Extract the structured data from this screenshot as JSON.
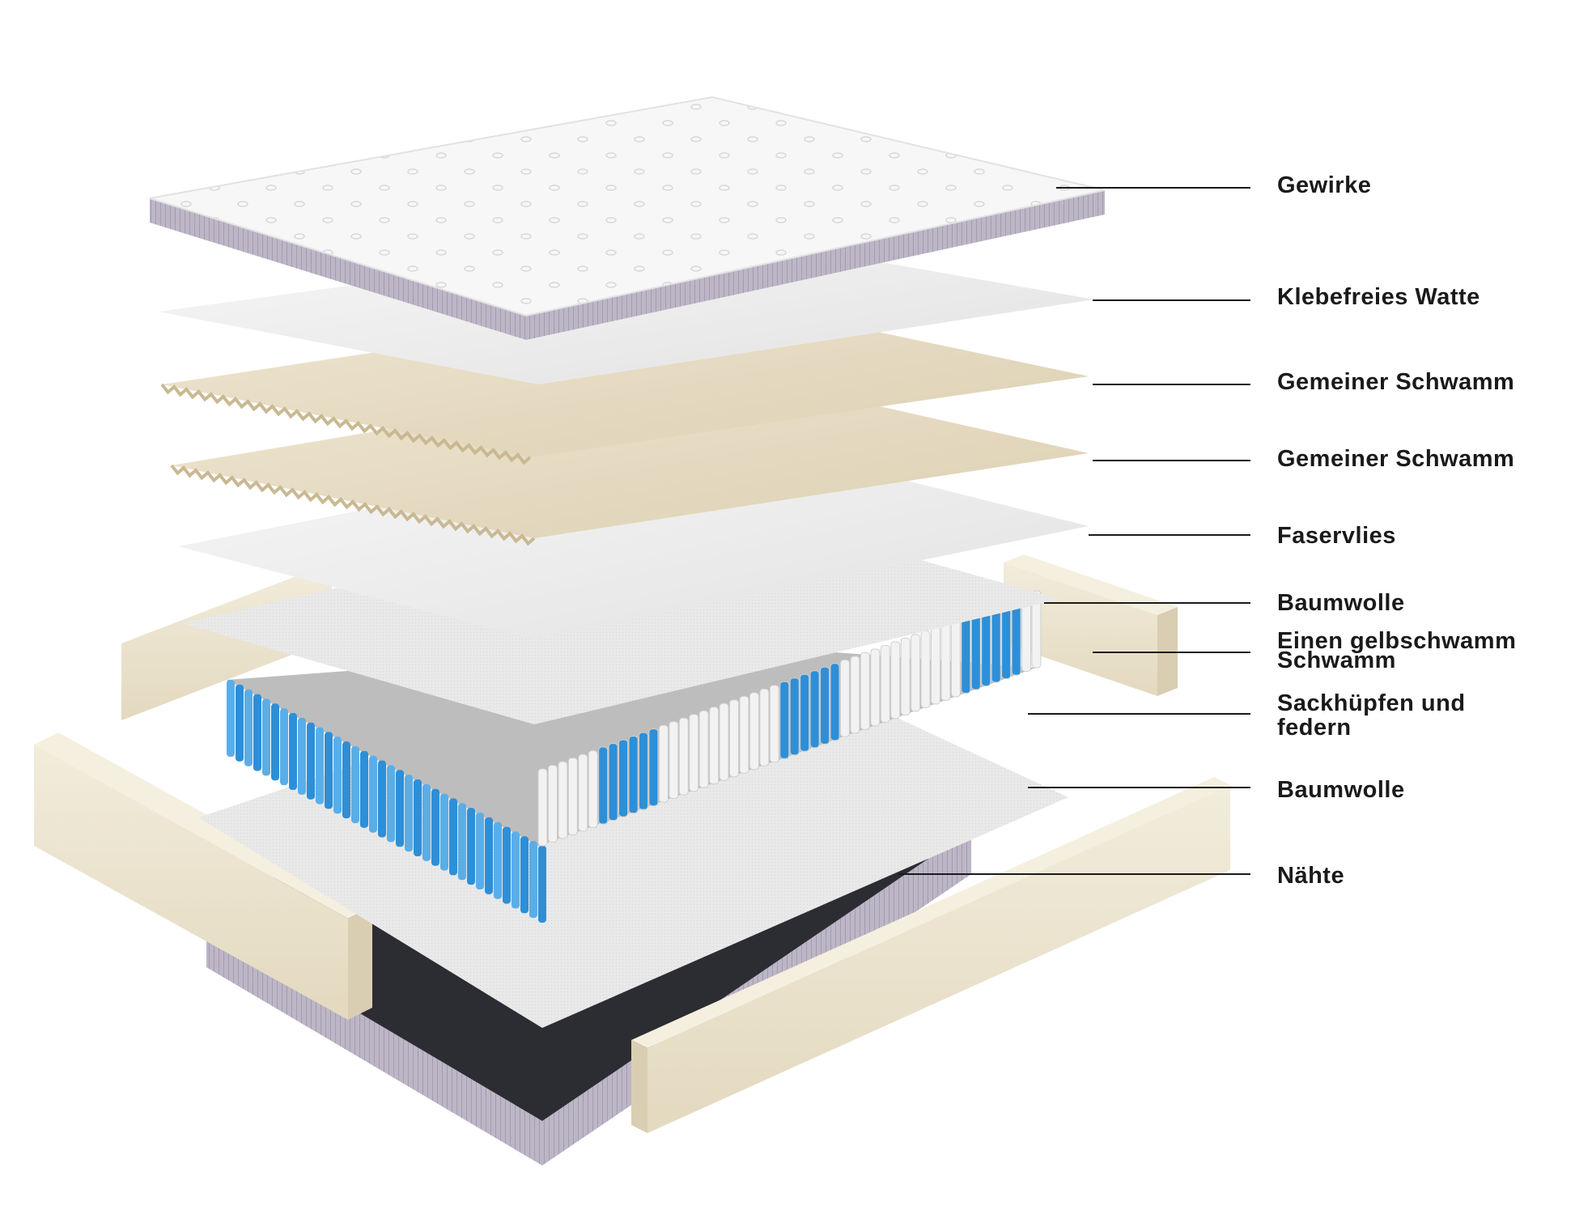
{
  "labels": {
    "gewirke": "Gewirke",
    "watte": "Klebefreies Watte",
    "schwamm1": "Gemeiner Schwamm",
    "schwamm2": "Gemeiner Schwamm",
    "faservlies": "Faservlies",
    "baumwolle1": "Baumwolle",
    "gelbschwamm_l1": "Einen gelbschwamm",
    "gelbschwamm_l2": "Schwamm",
    "federn_l1": "Sackhüpfen und",
    "federn_l2": "federn",
    "baumwolle2": "Baumwolle",
    "naehte": "Nähte"
  },
  "colors": {
    "cover_top": "#f6f6f6",
    "cover_side": "#b9b3c0",
    "sheet": "#eeeeee",
    "foam": "#e7dcc5",
    "spring_blue": "#2d8fd8",
    "spring_white": "#f2f2f2",
    "spring_grey": "#9a9a9a",
    "border_foam": "#efe8d4",
    "base_dark": "#2a2a30",
    "base_side": "#b7b2c0"
  }
}
